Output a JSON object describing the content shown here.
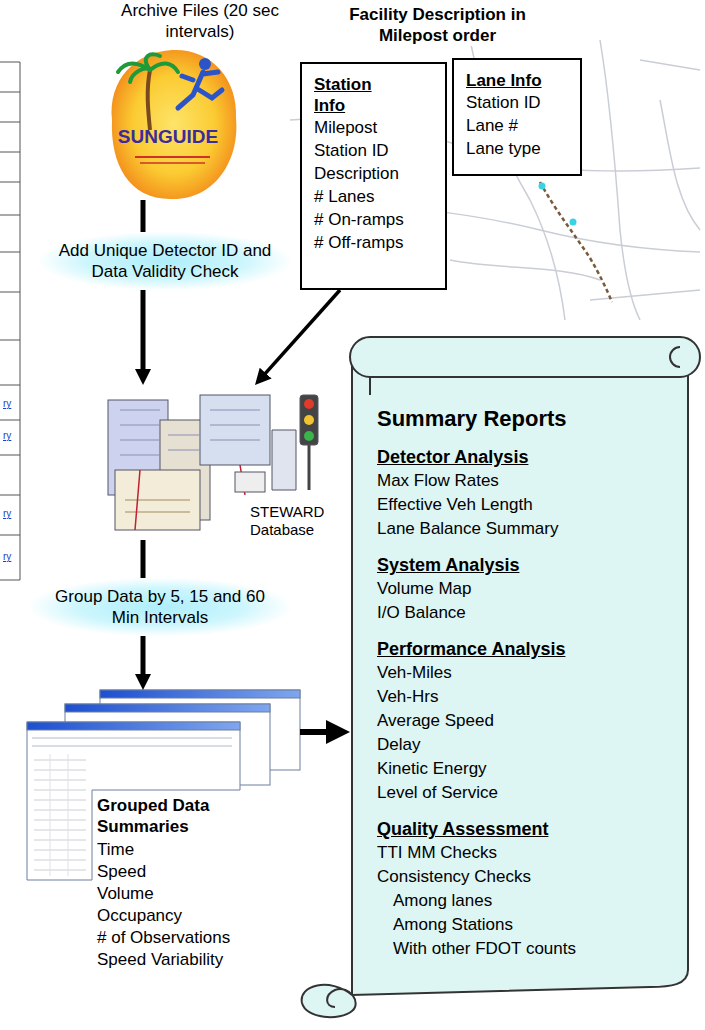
{
  "diagram": {
    "nodes": [
      {
        "text": [
          "Archive Files (20 sec intervals)",
          "SUNGUIDE"
        ]
      },
      {
        "text": [
          "Station Info",
          "Milepost",
          "Station ID",
          "Description",
          "# Lanes",
          "# On-ramps",
          "# Off-ramps"
        ]
      },
      {
        "text": [
          "Lane Info",
          "Station ID",
          "Lane #",
          "Lane type"
        ]
      },
      {
        "text": [
          "Add Unique Detector ID and Data Validity Check"
        ]
      },
      {
        "text": [
          "STEWARD Database"
        ]
      },
      {
        "text": [
          "Group Data by 5, 15 and 60 Min Intervals"
        ]
      },
      {
        "text": [
          "Grouped Data Summaries",
          "Time",
          "Speed",
          "Volume",
          "Occupancy",
          "# of Observations",
          "Speed Variability"
        ]
      },
      {
        "text": [
          "Summary Reports",
          "Detector Analysis",
          "Max Flow Rates",
          "Effective Veh Length",
          "Lane Balance Summary",
          "System Analysis",
          "Volume Map",
          "I/O Balance",
          "Performance Analysis",
          "Veh-Miles",
          "Veh-Hrs",
          "Average Speed",
          "Delay",
          "Kinetic Energy",
          "Level of Service",
          "Quality Assessment",
          "TTI MM Checks",
          "Consistency Checks",
          "Among lanes",
          "Among Stations",
          "With other FDOT counts"
        ]
      }
    ],
    "edges": [
      {
        "from": 0,
        "to": 3,
        "arrow": "none"
      },
      {
        "from": 3,
        "to": 4,
        "arrow": "to"
      },
      {
        "from": 1,
        "to": 4,
        "arrow": "to"
      },
      {
        "from": 4,
        "to": 5,
        "arrow": "none"
      },
      {
        "from": 5,
        "to": 6,
        "arrow": "to"
      },
      {
        "from": 6,
        "to": 7,
        "arrow": "to"
      }
    ],
    "labels": [
      "Facility Description in Milepost order",
      "ry",
      "ry",
      "ry",
      "ry"
    ]
  }
}
